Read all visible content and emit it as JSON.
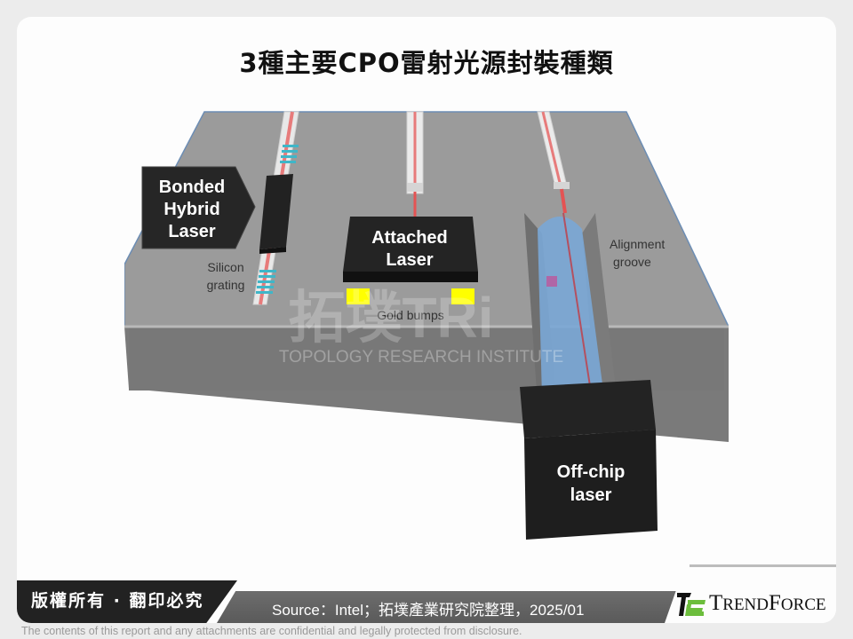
{
  "slide": {
    "title": "3種主要CPO雷射光源封裝種類"
  },
  "figure": {
    "labels": {
      "bonded_hybrid_laser": [
        "Bonded",
        "Hybrid",
        "Laser"
      ],
      "silicon_grating": [
        "Silicon",
        "grating"
      ],
      "attached_laser": [
        "Attached",
        "Laser"
      ],
      "gold_bumps": "Gold bumps",
      "alignment_groove": [
        "Alignment",
        "groove"
      ],
      "off_chip_laser": [
        "Off-chip",
        "laser"
      ]
    },
    "watermark": {
      "logo": "拓墣TRi",
      "name": "TOPOLOGY RESEARCH INSTITUTE"
    },
    "colors": {
      "substrate_top": "#9a9a9a",
      "substrate_front": "#787878",
      "laser_block": "#262626",
      "waveguide_core": "#e86a6a",
      "grating": "#3fb6c8",
      "gold_bump": "#ffff00",
      "fiber": "#7aa7d6"
    }
  },
  "footer": {
    "copyright": "版權所有 · 翻印必究",
    "source": "Source：Intel；拓墣產業研究院整理，2025/01",
    "logo_brand": "TRENDFORCE",
    "disclaimer": "The contents of this report and any attachments are confidential and legally protected from disclosure."
  }
}
